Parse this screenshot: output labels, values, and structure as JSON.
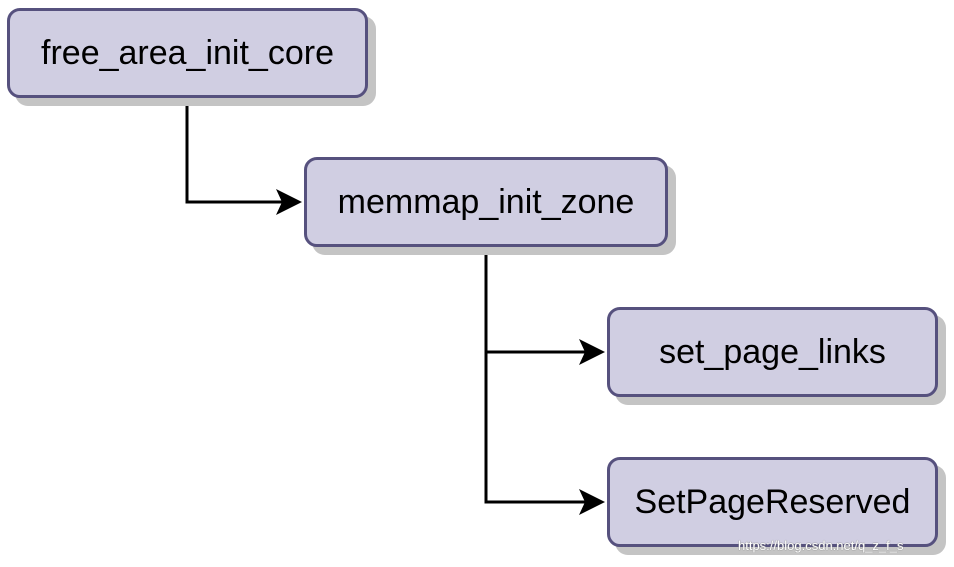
{
  "diagram": {
    "nodes": [
      {
        "id": "n1",
        "label": "free_area_init_core"
      },
      {
        "id": "n2",
        "label": "memmap_init_zone"
      },
      {
        "id": "n3",
        "label": "set_page_links"
      },
      {
        "id": "n4",
        "label": "SetPageReserved"
      }
    ],
    "edges": [
      {
        "from": "n1",
        "to": "n2"
      },
      {
        "from": "n2",
        "to": "n3"
      },
      {
        "from": "n2",
        "to": "n4"
      }
    ],
    "colors": {
      "node_fill": "#d0cee2",
      "node_border": "#56517e",
      "shadow": "#c4c4c4",
      "connector": "#000000"
    }
  },
  "watermark": "https://blog.csdn.net/q_z_f_s"
}
